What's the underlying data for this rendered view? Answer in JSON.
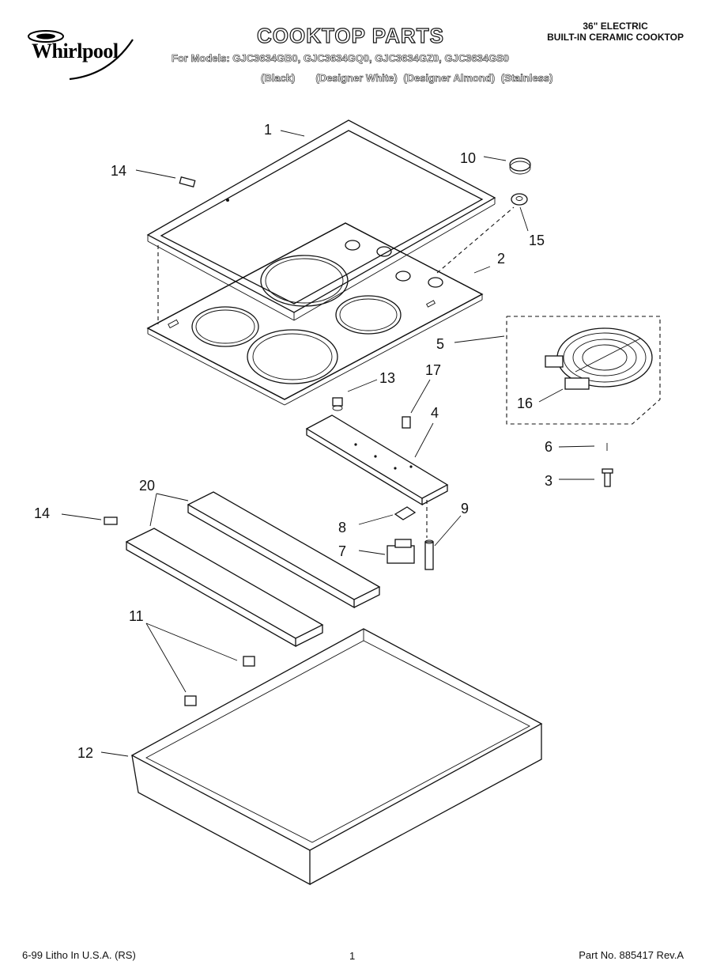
{
  "header": {
    "brand": "Whirlpool",
    "title": "COOKTOP PARTS",
    "subtitle_line1": "36\" ELECTRIC",
    "subtitle_line2": "BUILT-IN CERAMIC COOKTOP",
    "models": "For Models: GJC3634GB0, GJC3634GQ0, GJC3634GZ0, GJC3634GS0",
    "colors": [
      "(Black)",
      "(Designer White)",
      "(Designer Almond)",
      "(Stainless)"
    ]
  },
  "callouts": [
    "1",
    "14",
    "10",
    "15",
    "2",
    "5",
    "16",
    "13",
    "17",
    "4",
    "6",
    "3",
    "20",
    "14",
    "9",
    "8",
    "7",
    "11",
    "12"
  ],
  "footer": {
    "left": "6-99 Litho In U.S.A. (RS)",
    "page": "1",
    "right": "Part No. 885417 Rev.A"
  }
}
